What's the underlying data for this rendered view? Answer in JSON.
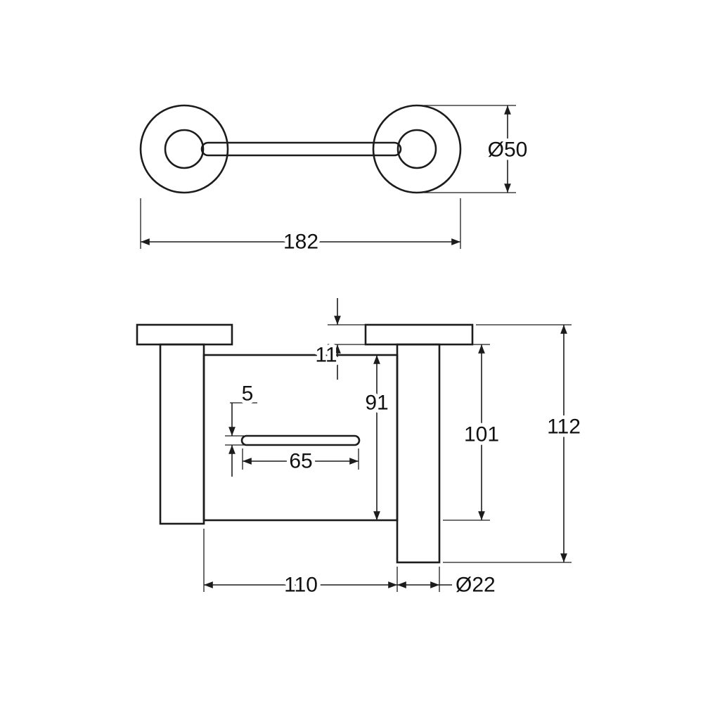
{
  "page": {
    "background": "#ffffff",
    "line_color": "#1c1c1c"
  },
  "drawing": {
    "kind": "technical-dimension-drawing",
    "views": {
      "top": {
        "labels": {
          "diameter": "Ø50",
          "overall_width": "182"
        }
      },
      "side": {
        "labels": {
          "plate_thickness": "11",
          "inner_height": "91",
          "shelf_thickness": "5",
          "shelf_length": "65",
          "post_height": "101",
          "overall_height": "112",
          "body_width": "110",
          "post_diameter": "Ø22"
        }
      }
    }
  }
}
